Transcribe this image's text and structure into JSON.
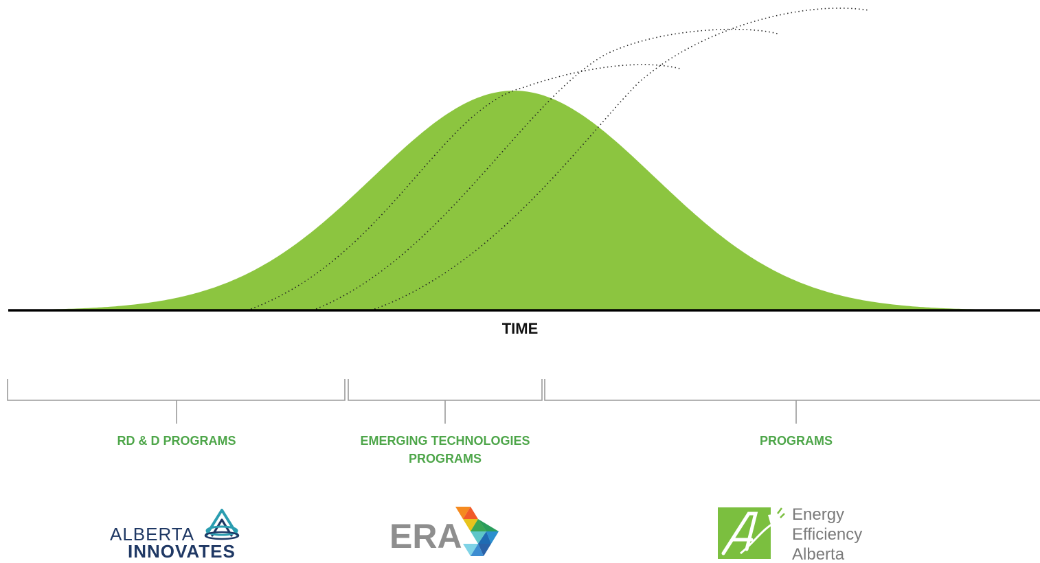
{
  "colors": {
    "curve": "#8cc540",
    "axis": "#000000",
    "bracket": "#9a9a9a",
    "phase_label": "#4ea64a",
    "ai_navy": "#1f3864",
    "ai_teal": "#2a9db0",
    "era_grey": "#8e8e8e",
    "eea_green": "#7bbf3f",
    "eea_grey": "#7a7a7a"
  },
  "axis": {
    "label": "TIME"
  },
  "phases": [
    {
      "id": "rdd",
      "lines": [
        "RD & D PROGRAMS"
      ]
    },
    {
      "id": "emerging",
      "lines": [
        "EMERGING TECHNOLOGIES",
        "PROGRAMS"
      ]
    },
    {
      "id": "programs",
      "lines": [
        "PROGRAMS"
      ]
    }
  ],
  "logos": {
    "alberta_innovates": {
      "line1": "ALBERTA",
      "line2": "INNOVATES",
      "icon": "alberta-innovates-arch-icon"
    },
    "era": {
      "text": "ERA",
      "icon": "era-chevron-icon"
    },
    "energy_efficiency_alberta": {
      "lines": [
        "Energy",
        "Efficiency",
        "Alberta"
      ],
      "icon": "eea-leaf-plug-icon"
    }
  }
}
